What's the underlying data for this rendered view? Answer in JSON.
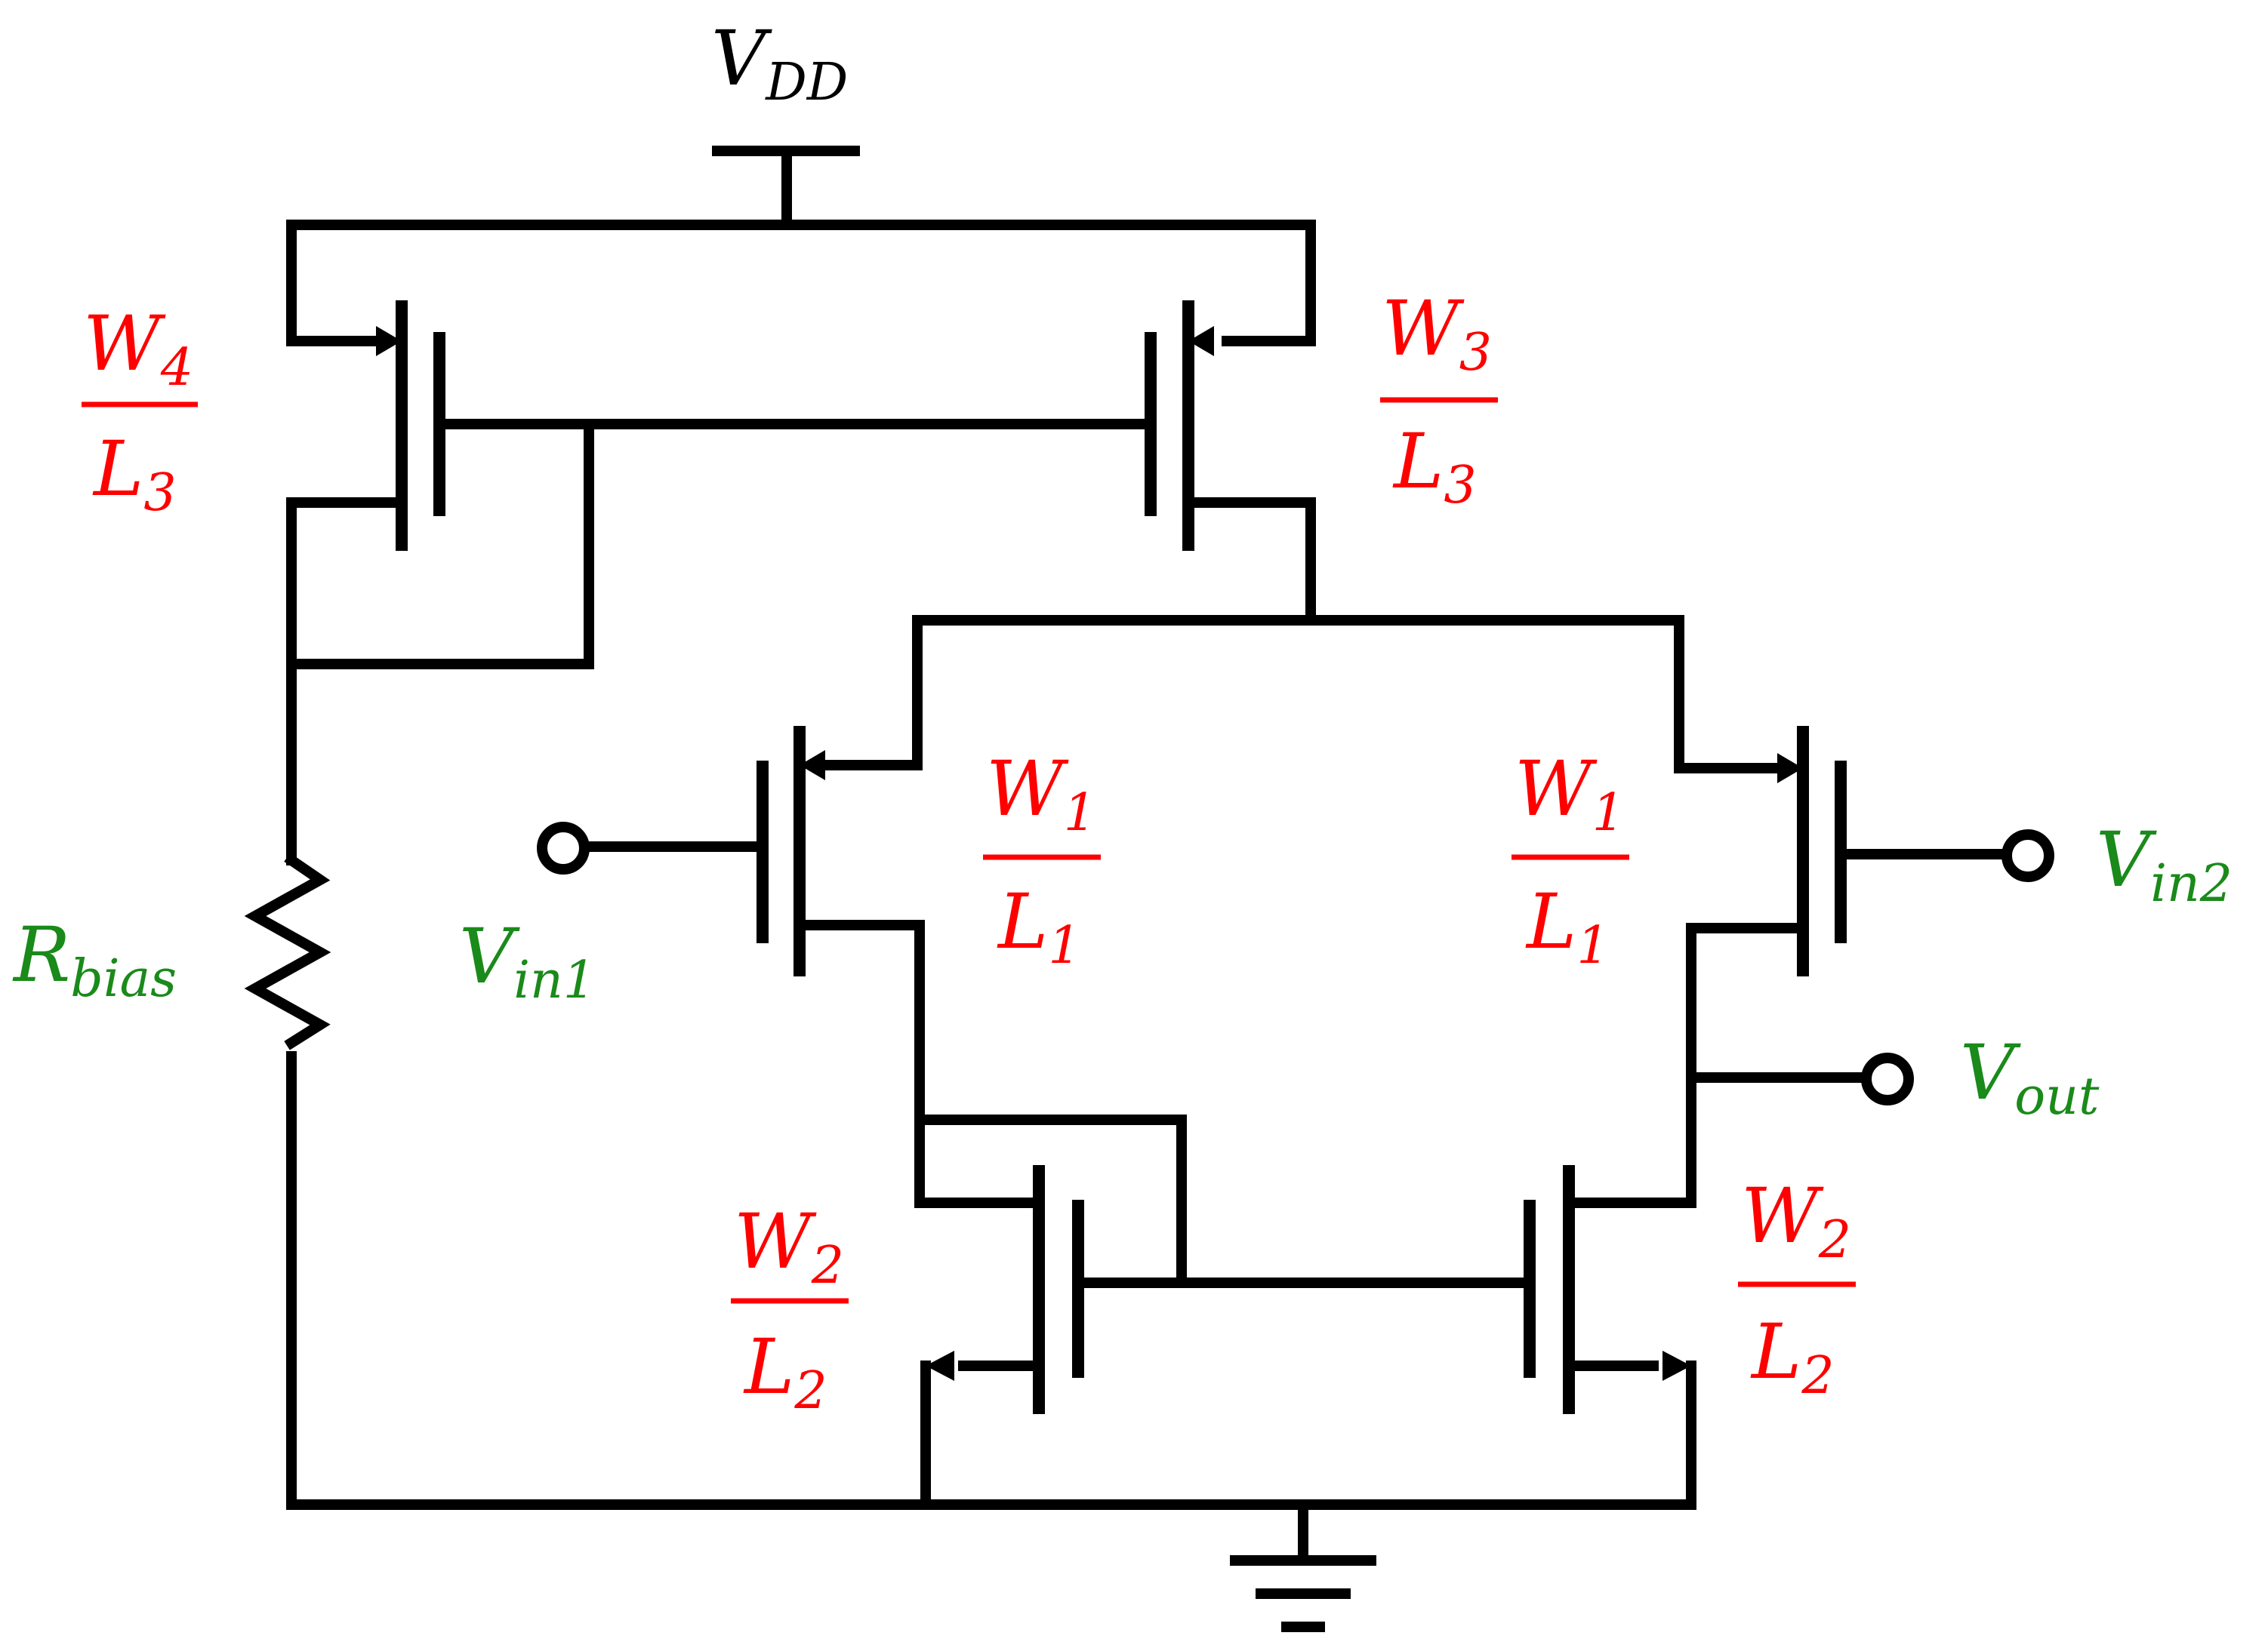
{
  "colors": {
    "wire": "#000000",
    "size_label": "#ff0000",
    "terminal_label": "#1a8a1a",
    "supply_label": "#000000"
  },
  "supply": {
    "vdd": "V",
    "vdd_sub": "DD"
  },
  "resistor": {
    "name": "R",
    "sub": "bias"
  },
  "terminals": {
    "vin1": {
      "main": "V",
      "sub": "in1"
    },
    "vin2": {
      "main": "V",
      "sub": "in2"
    },
    "vout": {
      "main": "V",
      "sub": "out"
    }
  },
  "sizes": {
    "m4": {
      "w": "W",
      "w_sub": "4",
      "l": "L",
      "l_sub": "3"
    },
    "m3": {
      "w": "W",
      "w_sub": "3",
      "l": "L",
      "l_sub": "3"
    },
    "m1_left": {
      "w": "W",
      "w_sub": "1",
      "l": "L",
      "l_sub": "1"
    },
    "m1_right": {
      "w": "W",
      "w_sub": "1",
      "l": "L",
      "l_sub": "1"
    },
    "m2_left": {
      "w": "W",
      "w_sub": "2",
      "l": "L",
      "l_sub": "2"
    },
    "m2_right": {
      "w": "W",
      "w_sub": "2",
      "l": "L",
      "l_sub": "2"
    }
  }
}
